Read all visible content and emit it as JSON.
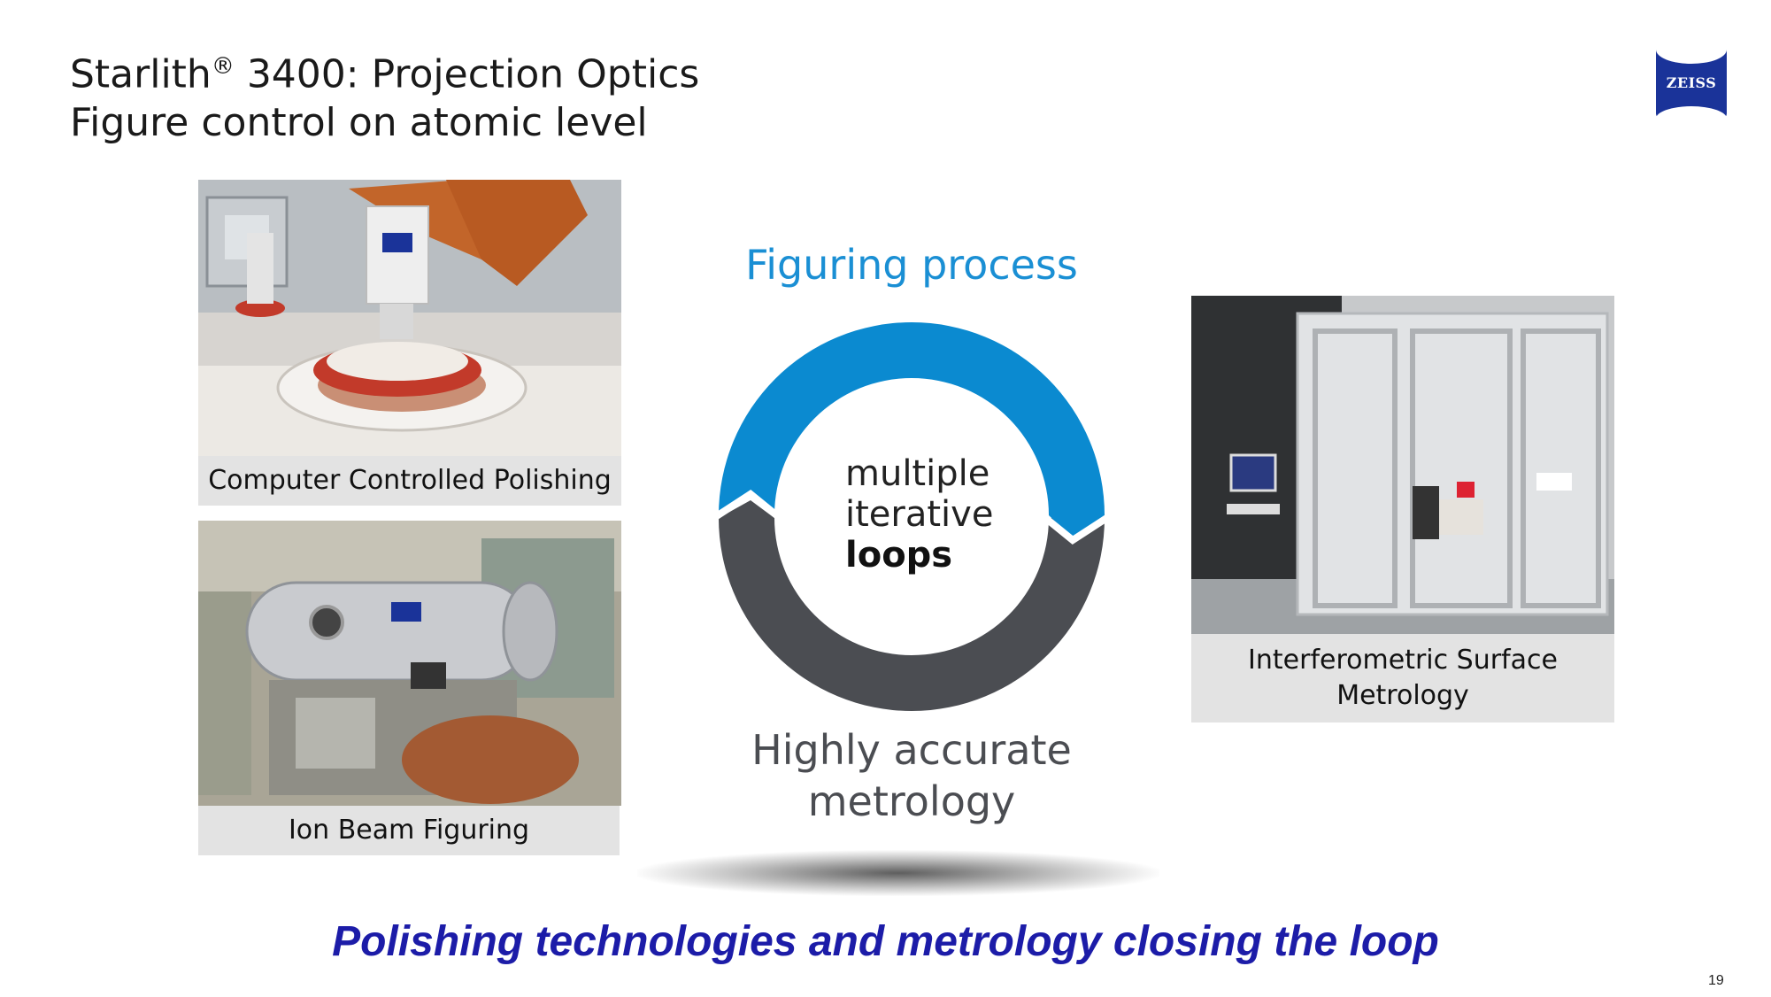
{
  "header": {
    "title": "Starlith",
    "title_mark": "®",
    "title_rest": " 3400: Projection Optics",
    "subtitle": "Figure control on atomic level"
  },
  "logo": {
    "text": "ZEISS",
    "color": "#1a3399"
  },
  "photos": [
    {
      "caption": "Computer Controlled Polishing",
      "subject": "robotic polishing cell"
    },
    {
      "caption": "Ion Beam Figuring",
      "subject": "vacuum chamber"
    },
    {
      "caption": "Interferometric Surface Metrology",
      "subject": "metrology clean room"
    }
  ],
  "cycle": {
    "top_label": "Figuring process",
    "center_line1": "multiple",
    "center_line2": "iterative",
    "center_line3": "loops",
    "bottom_label_line1": "Highly accurate",
    "bottom_label_line2": "metrology",
    "colors": {
      "top_arc": "#0b8ad0",
      "bottom_arc": "#4b4d52",
      "top_label": "#1a8fd4",
      "bottom_label": "#4b4d52"
    }
  },
  "tagline": "Polishing technologies and metrology closing the loop",
  "page_number": "19"
}
